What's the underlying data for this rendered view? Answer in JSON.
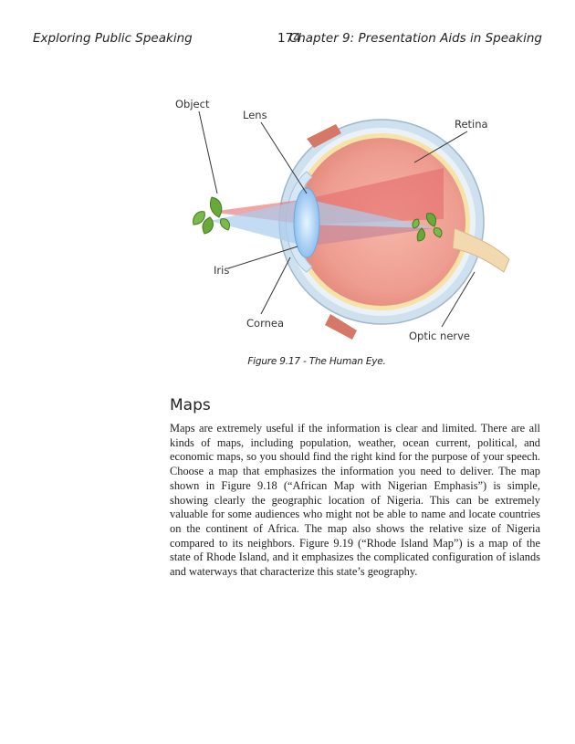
{
  "header": {
    "left": "Exploring Public Speaking",
    "page_number": "174",
    "right": "Chapter 9: Presentation Aids in Speaking"
  },
  "figure": {
    "labels": {
      "object": "Object",
      "lens": "Lens",
      "retina": "Retina",
      "iris": "Iris",
      "cornea": "Cornea",
      "optic_nerve": "Optic nerve"
    },
    "caption": "Figure 9.17 - The Human Eye."
  },
  "section": {
    "title": "Maps",
    "paragraph": "Maps are extremely useful if the information is clear and limited. There are all kinds of maps, including population, weather, ocean current, political, and economic maps, so you should find the right kind for the purpose of your speech. Choose a map that emphasizes the information you need to deliver. The map shown in Figure 9.18 (“African Map with Nigerian Emphasis”) is simple, showing clearly the geographic location of Nigeria. This can be extremely valuable for some audiences who might not be able to name and locate countries on the continent of Africa. The map also shows the relative size of Nigeria compared to its neighbors. Figure 9.19 (“Rhode Island Map”) is a map of the state of Rhode Island, and it emphasizes the complicated configuration of islands and waterways that characterize this state’s geography."
  }
}
